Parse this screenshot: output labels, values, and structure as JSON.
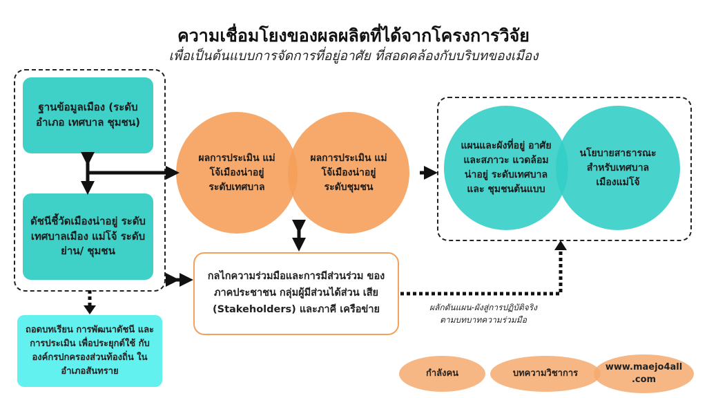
{
  "title": "ความเชื่อมโยงของผลผลิตที่ได้จากโครงการวิจัย",
  "subtitle": "เพื่อเป็นต้นแบบการจัดการที่อยู่อาศัย ที่สอดคล้องกับบริบทของเมือง",
  "left_group": {
    "database": "ฐานข้อมูลเมือง (ระดับอำเภอ เทศบาล ชุมชน)",
    "indicators": "ดัชนีชี้วัดเมืองน่าอยู่ ระดับเทศบาลเมือง แม่โจ้ ระดับย่าน/ ชุมชน"
  },
  "assessment": {
    "municipal": "ผลการประเมิน แม่โจ้เมืองน่าอยู่ ระดับเทศบาล",
    "community": "ผลการประเมิน แม่โจ้เมืองน่าอยู่ ระดับชุมชน"
  },
  "right_group": {
    "plan": "แผนและผังที่อยู่ อาศัยและสภาวะ แวดล้อมน่าอยู่ ระดับเทศบาลและ ชุมชนต้นแบบ",
    "policy": "นโยบายสาธารณะ สำหรับเทศบาล เมืองแม่โจ้"
  },
  "participation": "กลไกความร่วมมือและการมีส่วนร่วม ของภาคประชาชน กลุ่มผู้มีส่วนได้ส่วน เสีย (Stakeholders) และภาคี เครือข่าย",
  "lessons": "ถอดบทเรียน การพัฒนาดัชนี และการประเมิน เพื่อประยุกต์ใช้ กับองค์กรปกครองส่วนท้องถิ่น ในอำเภอสันทราย",
  "caption_line1": "ผลักดันแผน-ผังสู่การปฏิบัติจริง",
  "caption_line2": "ตามบทบาทความร่วมมือ",
  "outputs": [
    "กำลังคน",
    "บทความวิชาการ",
    "www.maejo4all .com"
  ],
  "colors": {
    "teal": "#3fd0c8",
    "orange": "#f5a05a",
    "cyan": "#62f1ef"
  }
}
